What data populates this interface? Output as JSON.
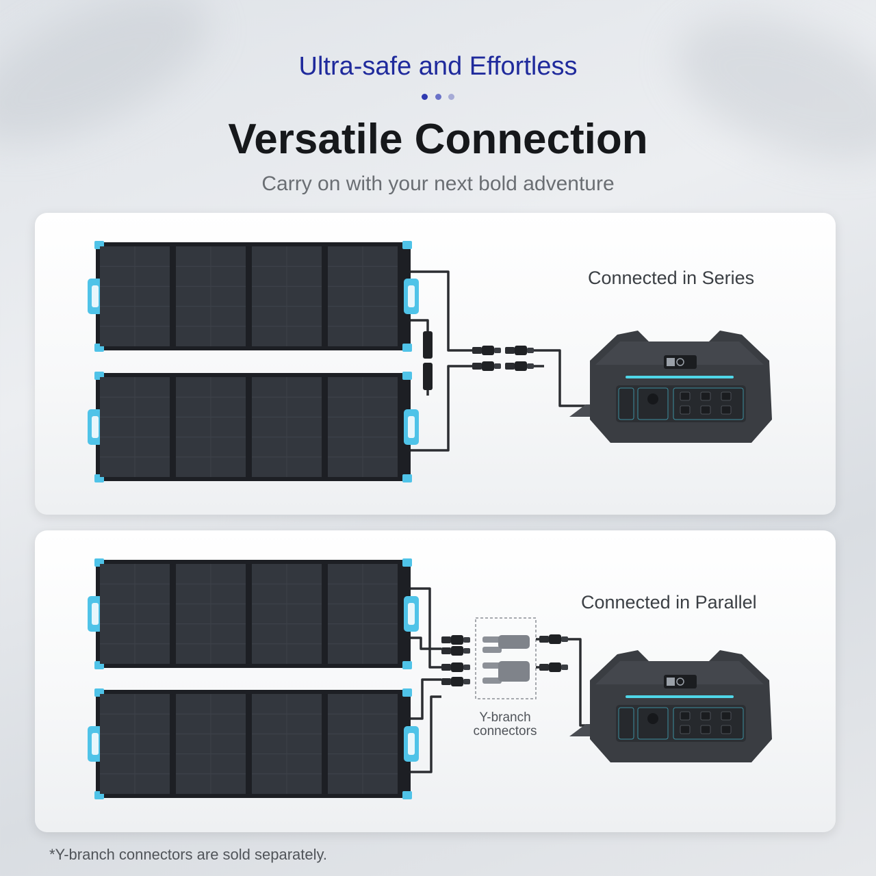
{
  "header": {
    "eyebrow": "Ultra-safe and Effortless",
    "title": "Versatile Connection",
    "subtitle": "Carry on with your next bold adventure"
  },
  "series": {
    "label": "Connected in Series"
  },
  "parallel": {
    "label": "Connected in Parallel",
    "ybranch_line1": "Y-branch",
    "ybranch_line2": "connectors"
  },
  "footnote": "*Y-branch connectors are sold separately.",
  "colors": {
    "accent_blue": "#1f2a9c",
    "handle_cyan": "#4fc3e8",
    "panel_dark": "#2a2d33",
    "station_body": "#3a3d42",
    "station_glow": "#4fd6e8"
  },
  "icons": {
    "pagination": "dots-indicator",
    "solar_panel": "solar-panel-icon",
    "power_station": "power-station-icon",
    "connector": "mc4-connector-icon"
  }
}
